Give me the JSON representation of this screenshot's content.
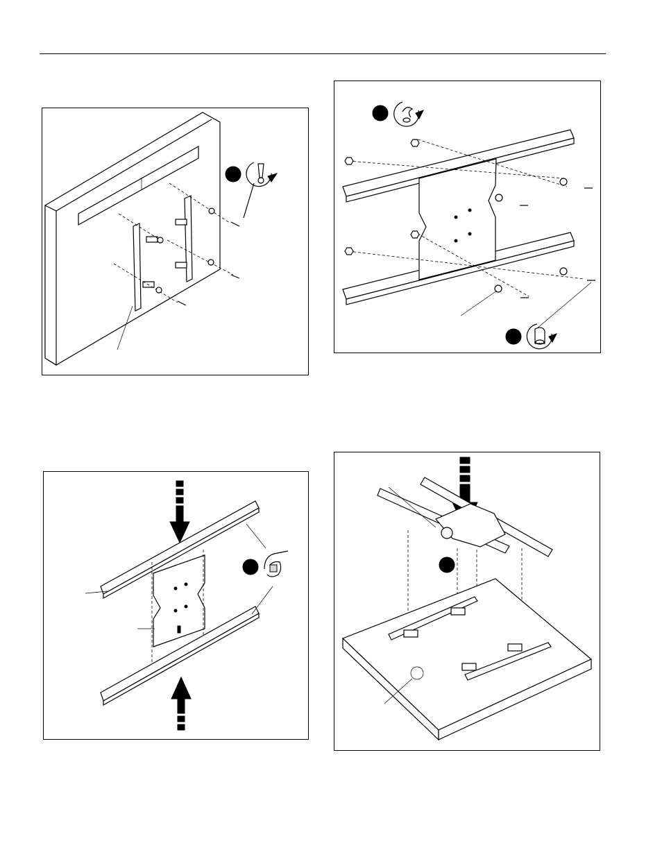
{
  "page": {
    "accent": "#000000",
    "background": "#ffffff"
  },
  "figures": [
    {
      "id": "tv-brackets-attach",
      "icons": [
        "screwdriver-rotate-icon"
      ]
    },
    {
      "id": "rails-fasten",
      "icons": [
        "wrench-rotate-icon",
        "tighten-rotate-icon"
      ]
    },
    {
      "id": "rails-slide-together",
      "icons": [
        "hand-grip-icon"
      ]
    },
    {
      "id": "plate-lower-onto-tv",
      "icons": []
    }
  ]
}
